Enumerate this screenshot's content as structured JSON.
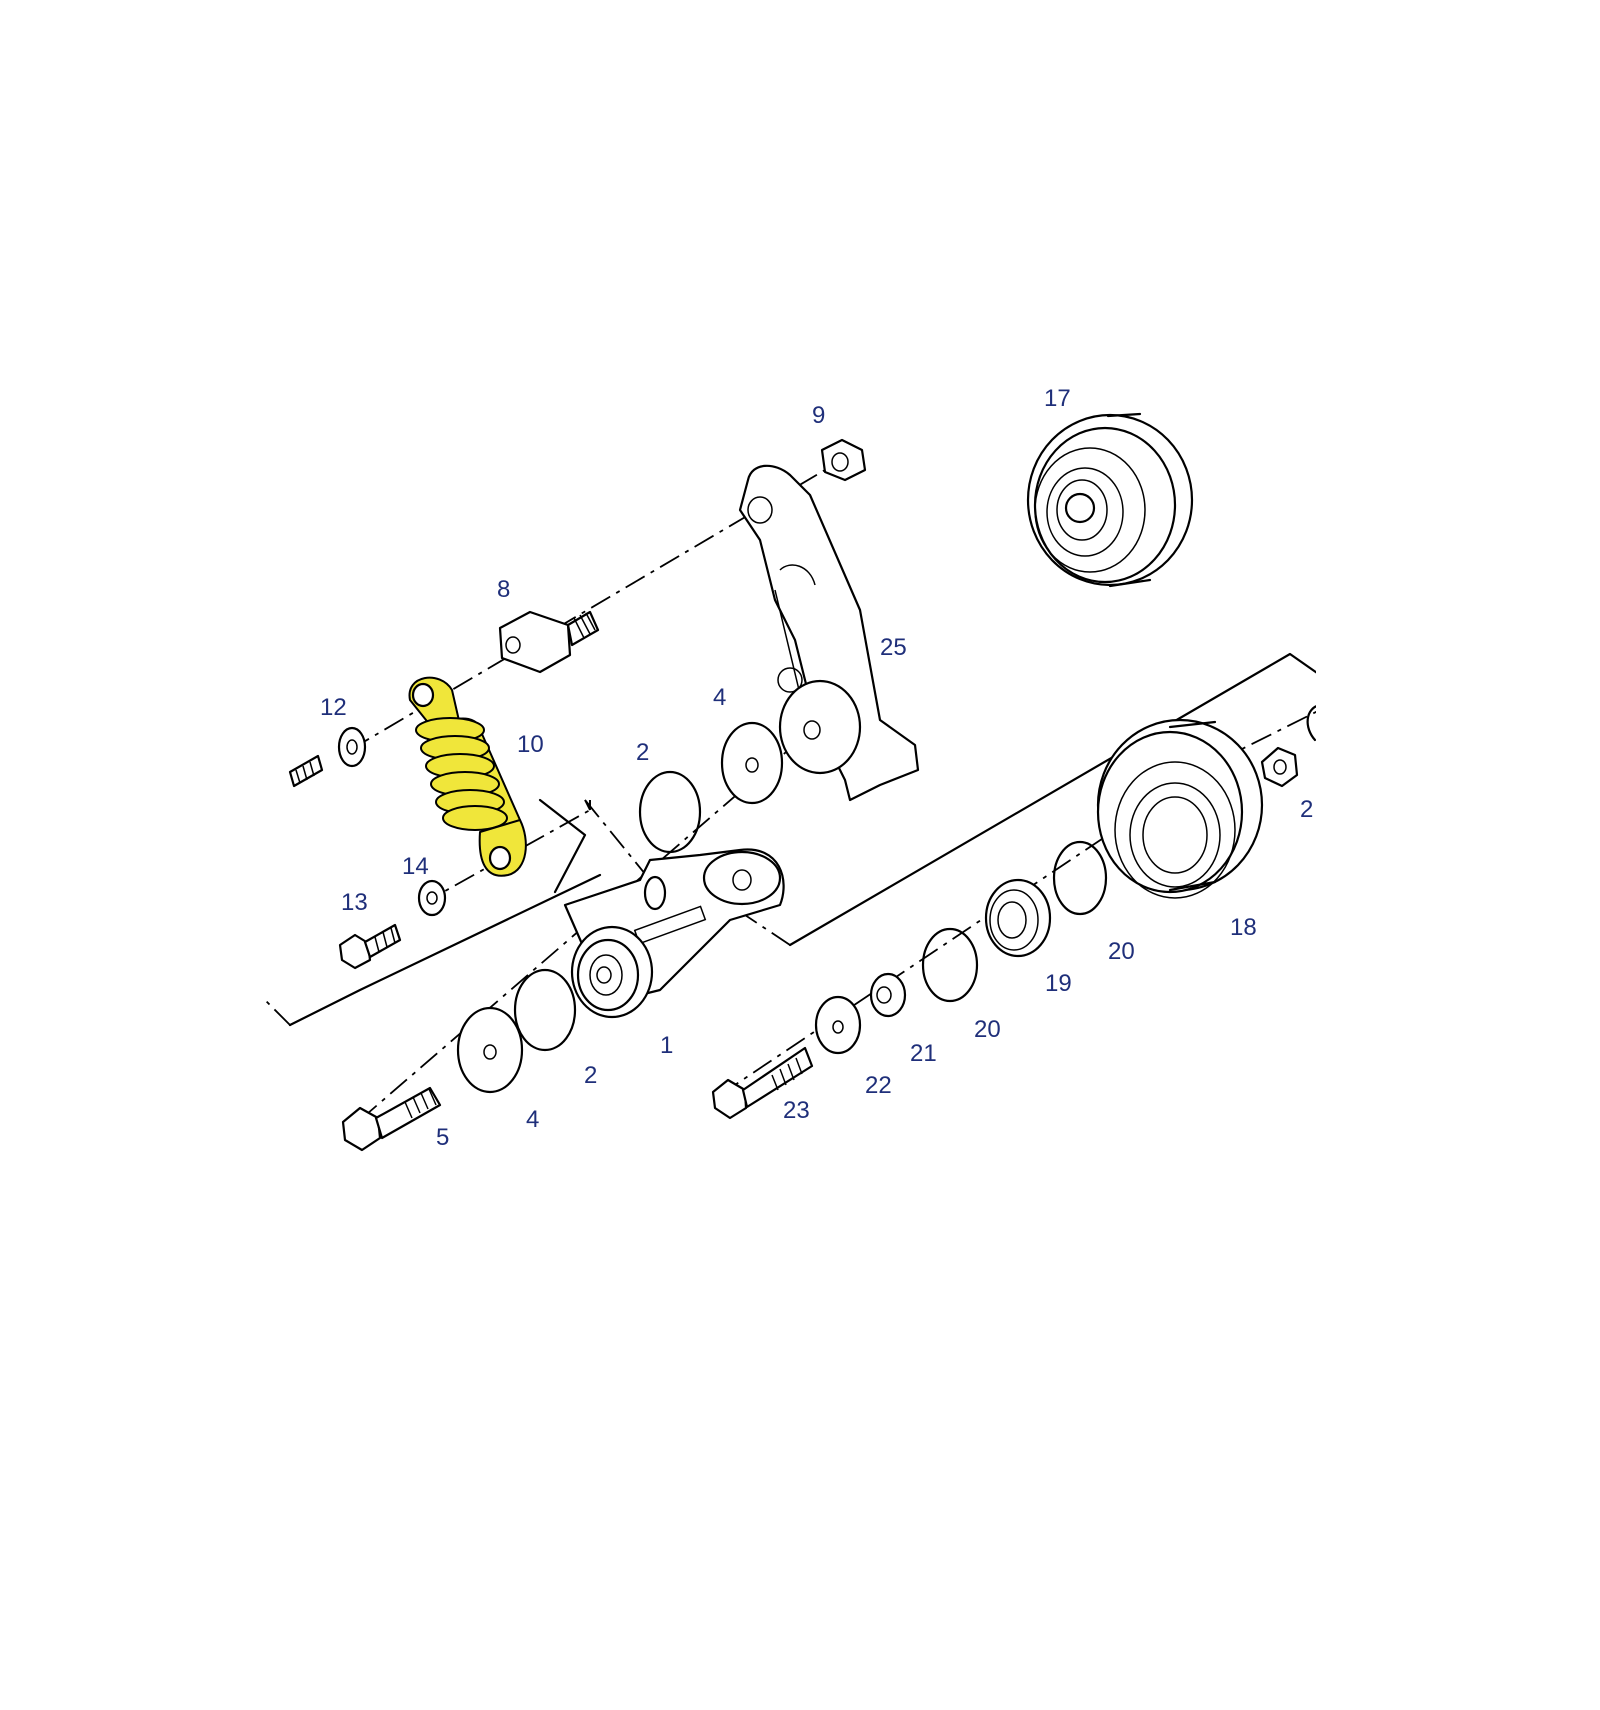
{
  "diagram": {
    "highlight_color": "#f0e63a",
    "label_color": "#1f2f7a",
    "callouts": {
      "c17": "17",
      "c9": "9",
      "c8": "8",
      "c25": "25",
      "c12": "12",
      "c10": "10",
      "c4_top": "4",
      "c2_top": "2",
      "c14": "14",
      "c13": "13",
      "c1": "1",
      "c2_bottom": "2",
      "c4_bottom": "4",
      "c5": "5",
      "c18": "18",
      "c19": "19",
      "c20_right": "20",
      "c20_left": "20",
      "c21": "21",
      "c22": "22",
      "c23": "23",
      "c24_partial": "2"
    }
  }
}
